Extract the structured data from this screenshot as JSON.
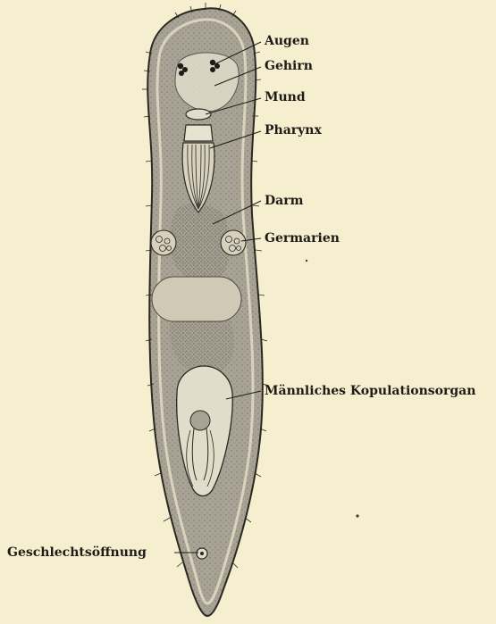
{
  "figure": {
    "labels": {
      "augen": "Augen",
      "gehirn": "Gehirn",
      "mund": "Mund",
      "pharynx": "Pharynx",
      "darm": "Darm",
      "germarien": "Germarien",
      "kopulationsorgan": "Männliches Kopulationsorgan",
      "geschlechtsoeffnung": "Geschlechtsöffnung"
    },
    "colors": {
      "background": "#f6efcf",
      "body_fill": "#a8a394",
      "body_dark": "#6f6b60",
      "organ_light": "#e2dccb",
      "ink": "#1e1b16"
    }
  }
}
